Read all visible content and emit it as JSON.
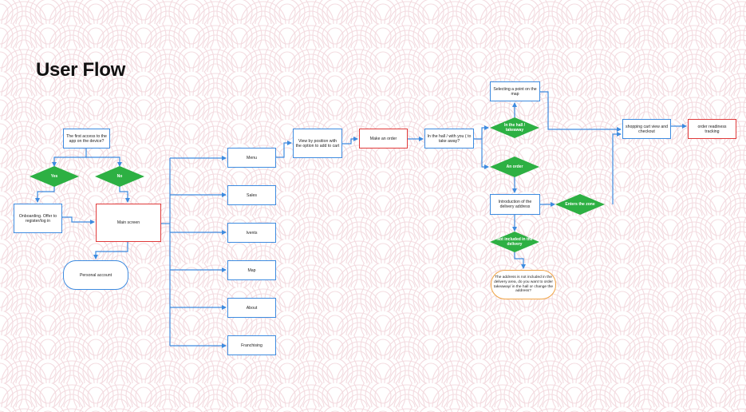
{
  "title": "User Flow",
  "colors": {
    "blue": "#3d8be0",
    "green": "#2db043",
    "red": "#e03a3a",
    "orange": "#f0a445",
    "pattern": "#f3dbe0"
  },
  "nodes": {
    "first_access": "The first access to the app on the device?",
    "yes": "Yes",
    "no": "No",
    "onboarding": "Onboarding. Offer to register/log in",
    "main_screen": "Main screen",
    "personal_account": "Personal account",
    "menu": "Menu",
    "sales": "Sales",
    "ivents": "Ivents",
    "map": "Map",
    "about": "About",
    "franchising": "Franchising",
    "view_position": "View by position with the option to add to cart",
    "make_order": "Make an order",
    "hall_or_takeaway": "In the hall / with you ( to take away?",
    "in_hall_takeaway": "In the hall / takeaway",
    "an_order": "An order",
    "selecting_point": "Selecting a point on the map",
    "intro_delivery": "Introduction of the delivery address",
    "enters_zone": "Enters the zone",
    "not_included": "Not included in the delivery",
    "address_not_included": "The address is not included in the delivery area, do you want to order takeaway/ in the hall or change the address?",
    "shopping_cart": "shopping cart view and checkout",
    "order_tracking": "order readiness tracking"
  }
}
